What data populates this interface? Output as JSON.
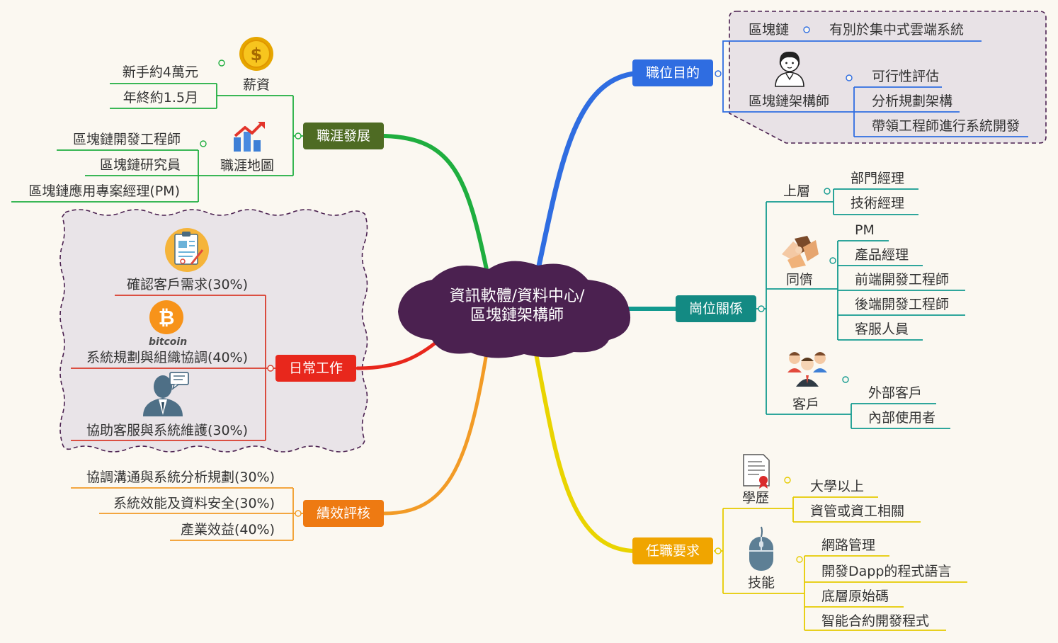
{
  "center": {
    "line1": "資訊軟體/資料中心/",
    "line2": "區塊鏈架構師"
  },
  "colors": {
    "purpose": "#2f6de1",
    "relation": "#138a83",
    "require": "#f0a500",
    "career": "#4e6b23",
    "daily": "#e8271c",
    "perf": "#ee7a12",
    "center": "#4b2150",
    "green_branch": "#1fae3f",
    "red_line": "#d93a2b",
    "teal_line": "#129a8f",
    "yellow_line": "#e9d400",
    "orange_line": "#f29b26",
    "career_line": "#32b04f",
    "purpose_line": "#2f6de1",
    "dashed_border": "#4b2150"
  },
  "branches": {
    "purpose": {
      "label": "職位目的",
      "blockchain": {
        "label": "區塊鏈",
        "detail": "有別於集中式雲端系統"
      },
      "architect": {
        "label": "區塊鏈架構師",
        "icon": "woman-avatar-icon",
        "items": [
          "可行性評估",
          "分析規劃架構",
          "帶領工程師進行系統開發"
        ]
      }
    },
    "relation": {
      "label": "崗位關係",
      "upper": {
        "label": "上層",
        "items": [
          "部門經理",
          "技術經理"
        ]
      },
      "peers": {
        "label": "同儕",
        "icon": "handshake-icon",
        "items": [
          "PM",
          "產品經理",
          "前端開發工程師",
          "後端開發工程師",
          "客服人員"
        ]
      },
      "clients": {
        "label": "客戶",
        "icon": "people-group-icon",
        "items": [
          "外部客戶",
          "內部使用者"
        ]
      }
    },
    "require": {
      "label": "任職要求",
      "education": {
        "label": "學歷",
        "icon": "certificate-icon",
        "items": [
          "大學以上",
          "資管或資工相關"
        ]
      },
      "skills": {
        "label": "技能",
        "icon": "mouse-icon",
        "items": [
          "網路管理",
          "開發Dapp的程式語言",
          "底層原始碼",
          "智能合約開發程式"
        ]
      }
    },
    "career": {
      "label": "職涯發展",
      "salary": {
        "label": "薪資",
        "icon": "dollar-coin-icon",
        "items": [
          "新手約4萬元",
          "年終約1.5月"
        ]
      },
      "map": {
        "label": "職涯地圖",
        "icon": "growth-chart-icon",
        "items": [
          "區塊鏈開發工程師",
          "區塊鏈研究員",
          "區塊鏈應用專案經理(PM)"
        ]
      }
    },
    "daily": {
      "label": "日常工作",
      "items": [
        {
          "label": "確認客戶需求(30%)",
          "icon": "clipboard-icon"
        },
        {
          "label": "系統規劃與組織協調(40%)",
          "icon": "bitcoin-icon",
          "icon_text": "bitcoin"
        },
        {
          "label": "協助客服與系統維護(30%)",
          "icon": "support-agent-icon"
        }
      ]
    },
    "perf": {
      "label": "績效評核",
      "items": [
        "協調溝通與系統分析規劃(30%)",
        "系統效能及資料安全(30%)",
        "產業效益(40%)"
      ]
    }
  }
}
